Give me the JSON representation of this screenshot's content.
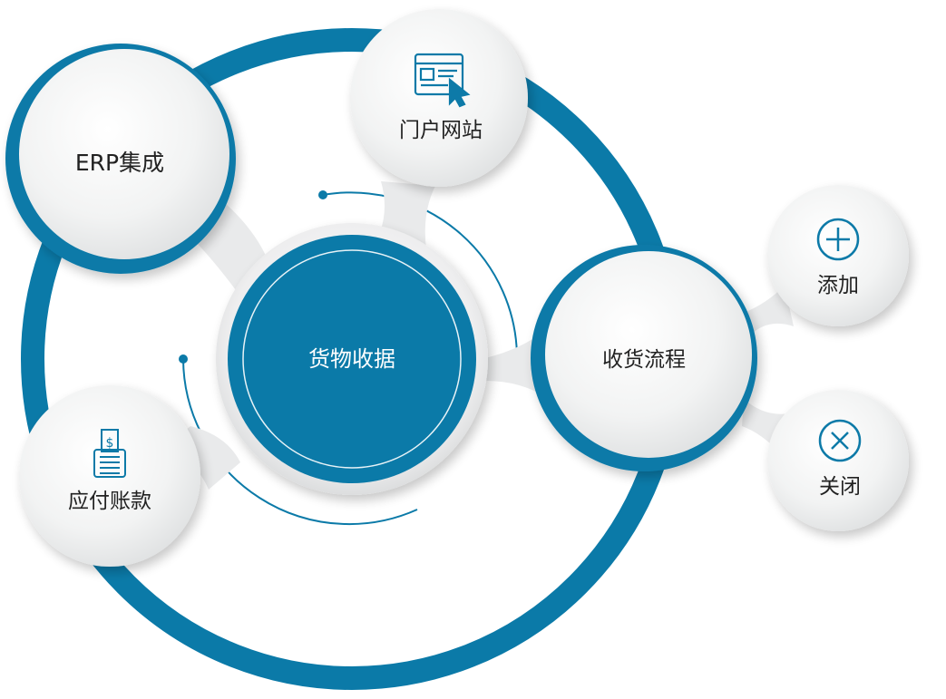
{
  "colors": {
    "primary": "#0b7aa8",
    "primary_dark": "#0a6a94",
    "bubble_fill": "#f3f4f4",
    "bubble_edge": "#d7d9da",
    "text": "#222222",
    "hub_text": "#ffffff"
  },
  "hub": {
    "label": "货物收据"
  },
  "nodes": {
    "erp": {
      "label": "ERP集成"
    },
    "portal": {
      "label": "门户网站",
      "icon": "web-page-cursor-icon"
    },
    "payable": {
      "label": "应付账款",
      "icon": "calculator-receipt-icon"
    },
    "receiving": {
      "label": "收货流程"
    }
  },
  "actions": {
    "add": {
      "label": "添加",
      "icon": "plus-circle-icon"
    },
    "close": {
      "label": "关闭",
      "icon": "x-circle-icon"
    }
  }
}
